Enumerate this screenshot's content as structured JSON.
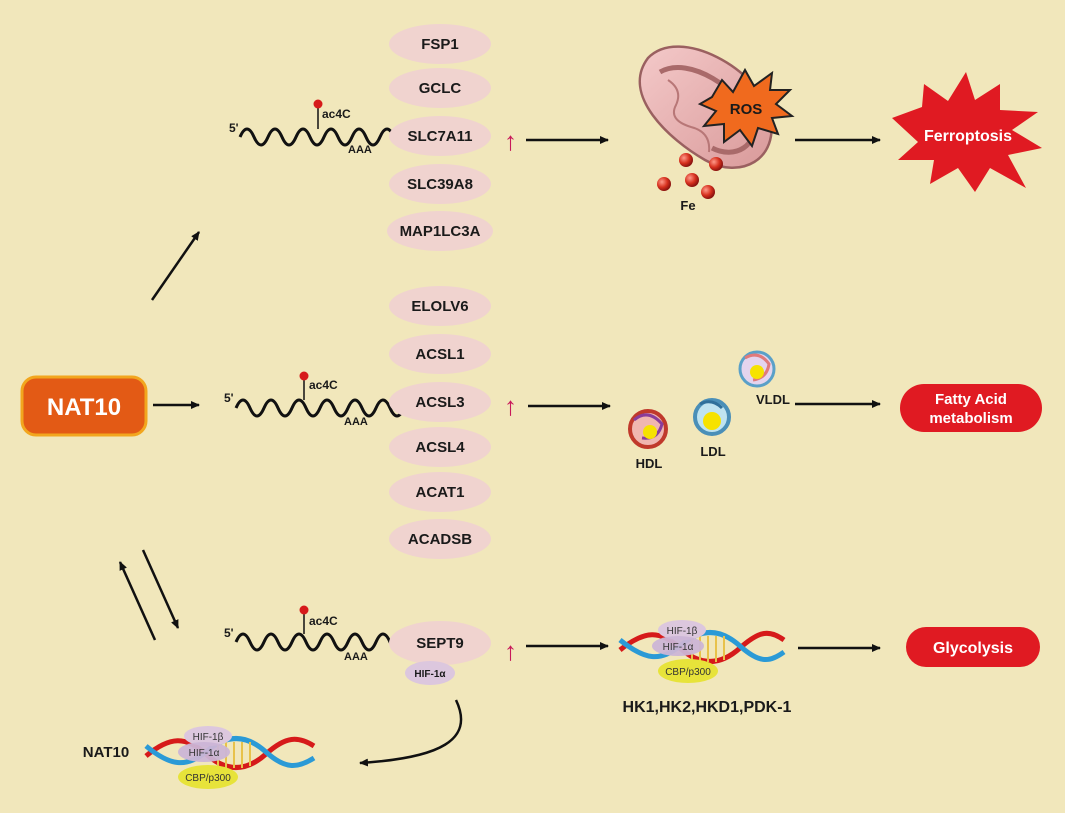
{
  "nat10_box": "NAT10",
  "mrna": {
    "five_prime": "5'",
    "tail": "AAA",
    "mod": "ac4C"
  },
  "ferroptosis_genes": [
    "FSP1",
    "GCLC",
    "SLC7A11",
    "SLC39A8",
    "MAP1LC3A"
  ],
  "fatty_genes": [
    "ELOLV6",
    "ACSL1",
    "ACSL3",
    "ACSL4",
    "ACAT1",
    "ACADSB"
  ],
  "glycolysis_gene": "SEPT9",
  "hif1a_small": "HIF-1α",
  "ros": "ROS",
  "fe": "Fe",
  "lipoproteins": {
    "hdl": "HDL",
    "ldl": "LDL",
    "vldl": "VLDL"
  },
  "outcomes": {
    "ferroptosis": "Ferroptosis",
    "fatty_line1": "Fatty Acid",
    "fatty_line2": "metabolism",
    "glycolysis": "Glycolysis"
  },
  "dna_complex": {
    "hif1b": "HIF-1β",
    "hif1a": "HIF-1α",
    "cbp": "CBP/p300"
  },
  "glyco_targets": "HK1,HK2,HKD1,PDK-1",
  "nat10_gene_label": "NAT10",
  "up_symbol": "↑",
  "colors": {
    "background": "#f1e7bb",
    "nat10_fill": "#e35a15",
    "outcome_red": "#e01a22",
    "pill_pink": "#f0d3cf",
    "arrow_up": "#c8195a",
    "ros_orange": "#f06a1e",
    "fe_red": "#d6301e"
  }
}
